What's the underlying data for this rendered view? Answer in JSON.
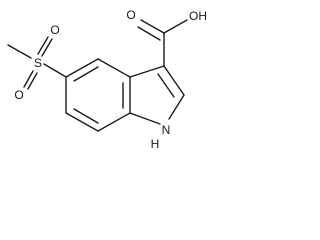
{
  "molecule": {
    "atoms": {
      "sulfur": "S",
      "oxygen_top": "O",
      "oxygen_bottom": "O",
      "carbonyl_oxygen": "O",
      "hydroxyl": "OH",
      "nitrogen_h": "H",
      "nitrogen": "N"
    },
    "colors": {
      "bond": "#1a1a1a",
      "text": "#1a1a1a",
      "background": "#ffffff"
    }
  }
}
